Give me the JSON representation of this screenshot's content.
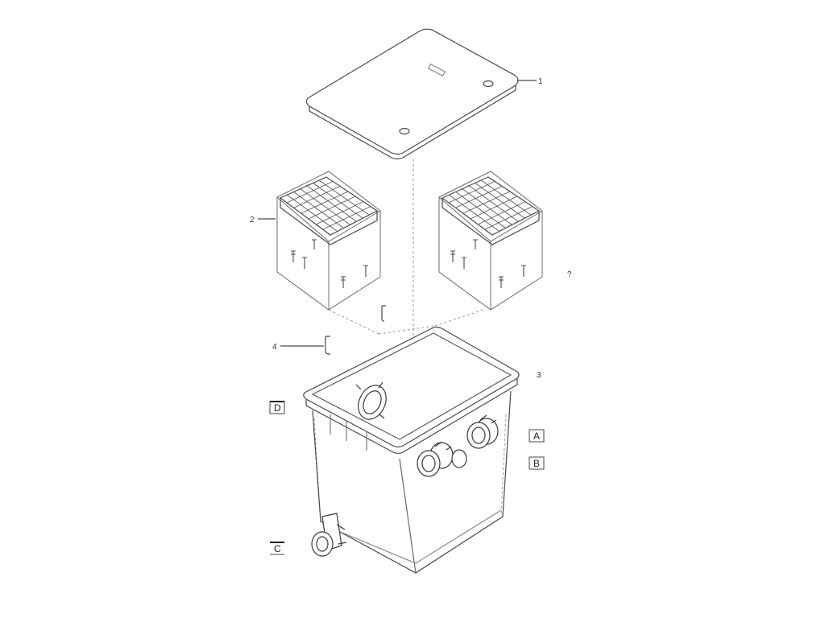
{
  "labels": {
    "item_1": "1",
    "item_2": "2",
    "item_2b": "?",
    "item_3": "3",
    "item_4": "4",
    "port_a": "A",
    "port_b": "B",
    "port_c": "C",
    "port_d": "D"
  },
  "colors": {
    "line": "#4a4a4a",
    "light_line": "#8a8a8a",
    "background": "#ffffff"
  }
}
